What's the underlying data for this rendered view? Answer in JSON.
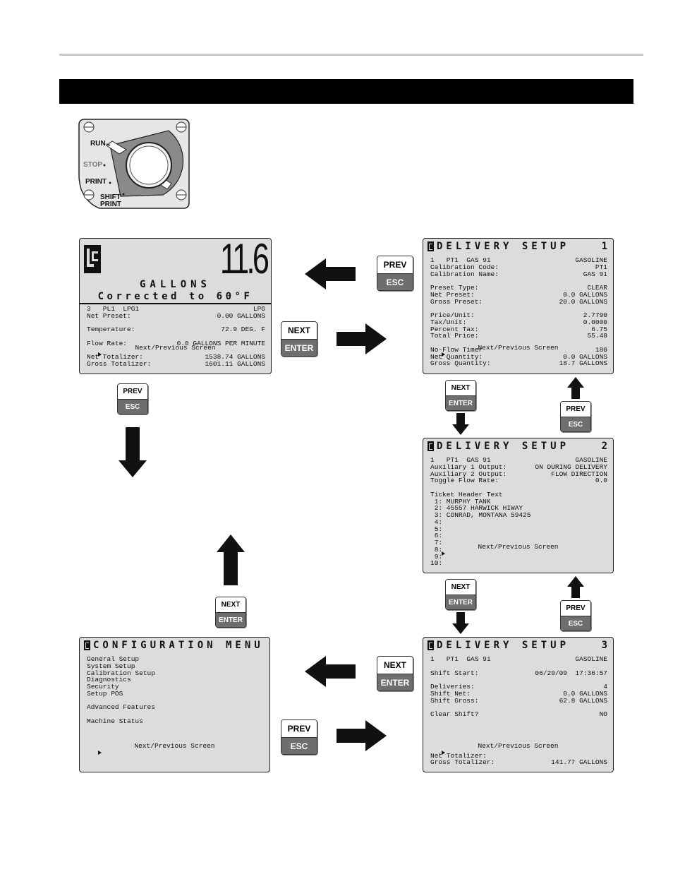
{
  "switch": {
    "labels": [
      "RUN",
      "STOP",
      "PRINT",
      "SHIFT",
      "PRINT"
    ]
  },
  "keys": {
    "next": "NEXT",
    "enter": "ENTER",
    "prev": "PREV",
    "esc": "ESC"
  },
  "main_screen": {
    "value": "11.6",
    "unit": "GALLONS",
    "corrected": "Corrected to 60°F",
    "rows": [
      [
        "3   PL1  LPG1",
        "LPG"
      ],
      [
        "Net Preset:",
        "0.00 GALLONS"
      ],
      [
        "",
        ""
      ],
      [
        "Temperature:",
        "72.9 DEG. F"
      ],
      [
        "",
        ""
      ],
      [
        "Flow Rate:",
        "0.0 GALLONS PER MINUTE"
      ],
      [
        "",
        ""
      ],
      [
        "Net Totalizer:",
        "1538.74 GALLONS"
      ],
      [
        "Gross Totalizer:",
        "1601.11 GALLONS"
      ]
    ],
    "footer": "Next/Previous Screen"
  },
  "delivery_setup_1": {
    "title": "DELIVERY SETUP",
    "page": "1",
    "rows": [
      [
        "1   PT1  GAS 91",
        "GASOLINE"
      ],
      [
        "Calibration Code:",
        "PT1"
      ],
      [
        "Calibration Name:",
        "GAS 91"
      ],
      [
        "",
        ""
      ],
      [
        "Preset Type:",
        "CLEAR"
      ],
      [
        "Net Preset:",
        "0.0 GALLONS"
      ],
      [
        "Gross Preset:",
        "20.0 GALLONS"
      ],
      [
        "",
        ""
      ],
      [
        "Price/Unit:",
        "2.7790"
      ],
      [
        "Tax/Unit:",
        "0.0000"
      ],
      [
        "Percent Tax:",
        "6.75"
      ],
      [
        "Total Price:",
        "55.48"
      ],
      [
        "",
        ""
      ],
      [
        "No-Flow Timer",
        "180"
      ],
      [
        "Net Quantity:",
        "0.0 GALLONS"
      ],
      [
        "Gross Quantity:",
        "18.7 GALLONS"
      ]
    ],
    "footer": "Next/Previous Screen"
  },
  "delivery_setup_2": {
    "title": "DELIVERY SETUP",
    "page": "2",
    "rows": [
      [
        "1   PT1  GAS 91",
        "GASOLINE"
      ],
      [
        "Auxiliary 1 Output:",
        "ON DURING DELIVERY"
      ],
      [
        "Auxiliary 2 Output:",
        "FLOW DIRECTION"
      ],
      [
        "Toggle Flow Rate:",
        "0.0"
      ],
      [
        "",
        ""
      ],
      [
        "Ticket Header Text",
        ""
      ],
      [
        " 1: MURPHY TANK",
        ""
      ],
      [
        " 2: 45557 HARWICK HIWAY",
        ""
      ],
      [
        " 3: CONRAD, MONTANA 59425",
        ""
      ],
      [
        " 4:",
        ""
      ],
      [
        " 5:",
        ""
      ],
      [
        " 6:",
        ""
      ],
      [
        " 7:",
        ""
      ],
      [
        " 8:",
        ""
      ],
      [
        " 9:",
        ""
      ],
      [
        "10:",
        ""
      ]
    ],
    "footer": "Next/Previous Screen"
  },
  "delivery_setup_3": {
    "title": "DELIVERY SETUP",
    "page": "3",
    "rows": [
      [
        "1   PT1  GAS 91",
        "GASOLINE"
      ],
      [
        "",
        ""
      ],
      [
        "Shift Start:",
        "06/29/09  17:36:57"
      ],
      [
        "",
        ""
      ],
      [
        "Deliveries:",
        "4"
      ],
      [
        "Shift Net:",
        "0.0 GALLONS"
      ],
      [
        "Shift Gross:",
        "62.8 GALLONS"
      ],
      [
        "",
        ""
      ],
      [
        "Clear Shift?",
        "NO"
      ],
      [
        "",
        ""
      ],
      [
        "",
        ""
      ],
      [
        "",
        ""
      ],
      [
        "",
        ""
      ],
      [
        "",
        ""
      ],
      [
        "Net Totalizer:",
        ""
      ],
      [
        "Gross Totalizer:",
        "141.77 GALLONS"
      ]
    ],
    "footer": "Next/Previous Screen"
  },
  "config_menu": {
    "title": "CONFIGURATION MENU",
    "rows": [
      [
        "General Setup",
        ""
      ],
      [
        "System Setup",
        ""
      ],
      [
        "Calibration Setup",
        ""
      ],
      [
        "Diagnostics",
        ""
      ],
      [
        "Security",
        ""
      ],
      [
        "Setup POS",
        ""
      ],
      [
        "",
        ""
      ],
      [
        "Advanced Features",
        ""
      ],
      [
        "",
        ""
      ],
      [
        "Machine Status",
        ""
      ]
    ],
    "footer": "Next/Previous Screen"
  }
}
